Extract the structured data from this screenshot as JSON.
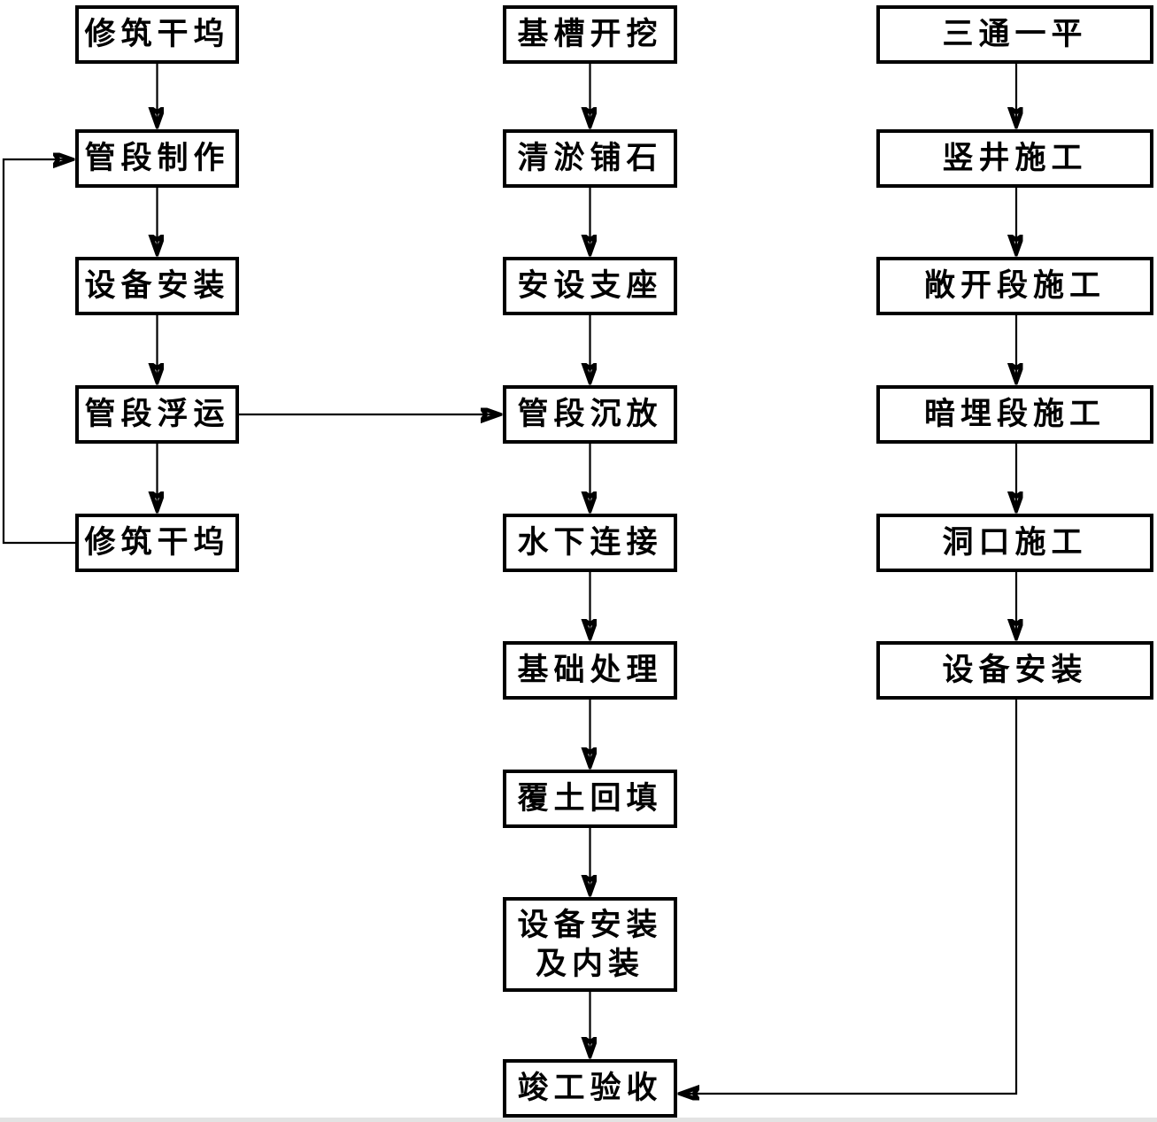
{
  "flowchart": {
    "columns": {
      "left": [
        "修筑干坞",
        "管段制作",
        "设备安装",
        "管段浮运",
        "修筑干坞"
      ],
      "middle": [
        "基槽开挖",
        "清淤铺石",
        "安设支座",
        "管段沉放",
        "水下连接",
        "基础处理",
        "覆土回填",
        "设备安装\n及内装",
        "竣工验收"
      ],
      "right": [
        "三通一平",
        "竖井施工",
        "敞开段施工",
        "暗埋段施工",
        "洞口施工",
        "设备安装"
      ]
    },
    "edges": [
      {
        "from": "left.0",
        "to": "left.1",
        "type": "down-arrow"
      },
      {
        "from": "left.1",
        "to": "left.2",
        "type": "down-arrow"
      },
      {
        "from": "left.2",
        "to": "left.3",
        "type": "down-arrow"
      },
      {
        "from": "left.3",
        "to": "left.4",
        "type": "down-arrow"
      },
      {
        "from": "left.4",
        "to": "left.1",
        "type": "feedback-loop-left-side"
      },
      {
        "from": "left.3",
        "to": "middle.3",
        "type": "right-arrow"
      },
      {
        "from": "middle.0",
        "to": "middle.1",
        "type": "down-arrow"
      },
      {
        "from": "middle.1",
        "to": "middle.2",
        "type": "down-arrow"
      },
      {
        "from": "middle.2",
        "to": "middle.3",
        "type": "down-arrow"
      },
      {
        "from": "middle.3",
        "to": "middle.4",
        "type": "down-arrow"
      },
      {
        "from": "middle.4",
        "to": "middle.5",
        "type": "down-arrow"
      },
      {
        "from": "middle.5",
        "to": "middle.6",
        "type": "down-arrow"
      },
      {
        "from": "middle.6",
        "to": "middle.7",
        "type": "down-arrow"
      },
      {
        "from": "middle.7",
        "to": "middle.8",
        "type": "down-arrow"
      },
      {
        "from": "right.0",
        "to": "right.1",
        "type": "down-arrow"
      },
      {
        "from": "right.1",
        "to": "right.2",
        "type": "down-arrow"
      },
      {
        "from": "right.2",
        "to": "right.3",
        "type": "down-arrow"
      },
      {
        "from": "right.3",
        "to": "right.4",
        "type": "down-arrow"
      },
      {
        "from": "right.4",
        "to": "right.5",
        "type": "down-arrow"
      },
      {
        "from": "right.5",
        "to": "middle.8",
        "type": "down-then-left-arrow"
      }
    ],
    "colors": {
      "line": "#000000",
      "box_border": "#000000",
      "box_fill": "#ffffff",
      "text": "#000000",
      "background": "#ffffff",
      "bottom_strip": "#e3e3e3"
    }
  }
}
